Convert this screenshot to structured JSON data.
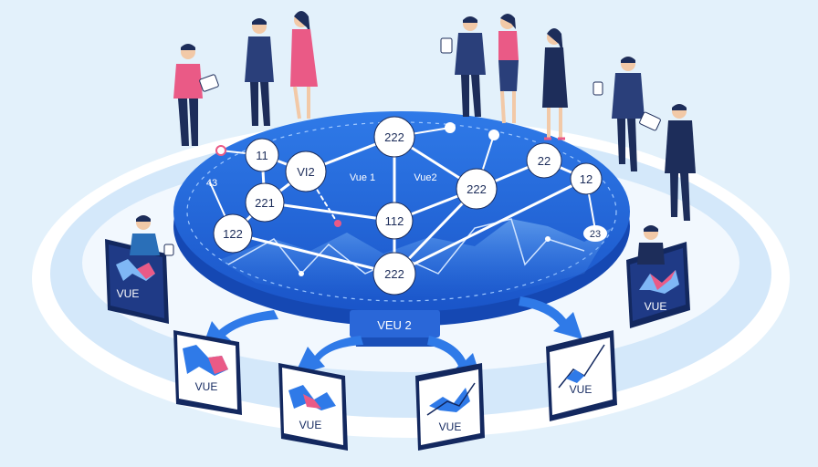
{
  "graph": {
    "nodes": [
      {
        "id": "n1",
        "label": "222"
      },
      {
        "id": "n2",
        "label": "11"
      },
      {
        "id": "n3",
        "label": "VI2"
      },
      {
        "id": "n4",
        "label": "221"
      },
      {
        "id": "n5",
        "label": "122"
      },
      {
        "id": "n6",
        "label": "112"
      },
      {
        "id": "n7",
        "label": "222"
      },
      {
        "id": "n8",
        "label": "222"
      },
      {
        "id": "n9",
        "label": "22"
      },
      {
        "id": "n10",
        "label": "12"
      }
    ],
    "floating_labels": [
      {
        "id": "f1",
        "text": "Vue 1"
      },
      {
        "id": "f2",
        "text": "Vue2"
      },
      {
        "id": "f3",
        "text": "43"
      },
      {
        "id": "f4",
        "text": "23"
      }
    ]
  },
  "hub": {
    "label": "VEU 2"
  },
  "screens": [
    {
      "id": "s1",
      "label": "VUE"
    },
    {
      "id": "s2",
      "label": "VUE"
    },
    {
      "id": "s3",
      "label": "VUE"
    },
    {
      "id": "s4",
      "label": "VUE"
    },
    {
      "id": "s5",
      "label": "VUE"
    },
    {
      "id": "s6",
      "label": "VUE"
    }
  ],
  "colors": {
    "background": "#e3f1fb",
    "platform": "#1f5fd6",
    "platform_edge": "#1548b3",
    "node_fill": "#ffffff",
    "accent_pink": "#ea5a86",
    "screen_frame": "#13285f",
    "suit": "#1d2d5a"
  }
}
